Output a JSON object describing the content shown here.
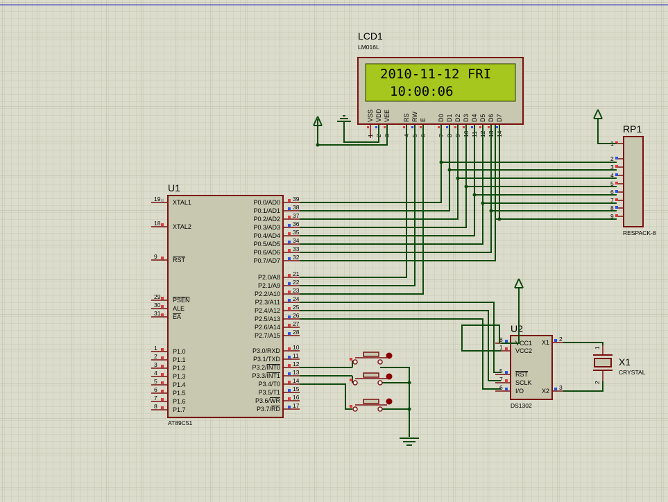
{
  "lcd": {
    "ref": "LCD1",
    "model": "LM016L",
    "line1": "2010-11-12 FRI",
    "line2": "10:00:06",
    "pin_names": [
      "VSS",
      "VDD",
      "VEE",
      "RS",
      "RW",
      "E",
      "D0",
      "D1",
      "D2",
      "D3",
      "D4",
      "D5",
      "D6",
      "D7"
    ],
    "pin_numbers": [
      "1",
      "2",
      "3",
      "4",
      "5",
      "6",
      "7",
      "8",
      "9",
      "10",
      "11",
      "12",
      "13",
      "14"
    ],
    "screen_color": "#a6c81e"
  },
  "rp1": {
    "ref": "RP1",
    "model": "RESPACK-8",
    "pins": [
      "1",
      "2",
      "3",
      "4",
      "5",
      "6",
      "7",
      "8",
      "9"
    ]
  },
  "u1": {
    "ref": "U1",
    "model": "AT89C51",
    "left_pins": [
      {
        "num": "19",
        "name": "XTAL1"
      },
      {
        "num": "18",
        "name": "XTAL2"
      },
      {
        "num": "9",
        "name": "RST"
      },
      {
        "num": "29",
        "name": "PSEN"
      },
      {
        "num": "30",
        "name": "ALE"
      },
      {
        "num": "31",
        "name": "EA"
      },
      {
        "num": "1",
        "name": "P1.0"
      },
      {
        "num": "2",
        "name": "P1.1"
      },
      {
        "num": "3",
        "name": "P1.2"
      },
      {
        "num": "4",
        "name": "P1.3"
      },
      {
        "num": "5",
        "name": "P1.4"
      },
      {
        "num": "6",
        "name": "P1.5"
      },
      {
        "num": "7",
        "name": "P1.6"
      },
      {
        "num": "8",
        "name": "P1.7"
      }
    ],
    "right_pins": [
      {
        "num": "39",
        "name": "P0.0/AD0"
      },
      {
        "num": "38",
        "name": "P0.1/AD1"
      },
      {
        "num": "37",
        "name": "P0.2/AD2"
      },
      {
        "num": "36",
        "name": "P0.3/AD3"
      },
      {
        "num": "35",
        "name": "P0.4/AD4"
      },
      {
        "num": "34",
        "name": "P0.5/AD5"
      },
      {
        "num": "33",
        "name": "P0.6/AD6"
      },
      {
        "num": "32",
        "name": "P0.7/AD7"
      },
      {
        "num": "21",
        "name": "P2.0/A8"
      },
      {
        "num": "22",
        "name": "P2.1/A9"
      },
      {
        "num": "23",
        "name": "P2.2/A10"
      },
      {
        "num": "24",
        "name": "P2.3/A11"
      },
      {
        "num": "25",
        "name": "P2.4/A12"
      },
      {
        "num": "26",
        "name": "P2.5/A13"
      },
      {
        "num": "27",
        "name": "P2.6/A14"
      },
      {
        "num": "28",
        "name": "P2.7/A15"
      },
      {
        "num": "10",
        "name": "P3.0/RXD"
      },
      {
        "num": "11",
        "name": "P3.1/TXD"
      },
      {
        "num": "12",
        "name": "P3.2/INT0"
      },
      {
        "num": "13",
        "name": "P3.3/INT1"
      },
      {
        "num": "14",
        "name": "P3.4/T0"
      },
      {
        "num": "15",
        "name": "P3.5/T1"
      },
      {
        "num": "16",
        "name": "P3.6/WR"
      },
      {
        "num": "17",
        "name": "P3.7/RD"
      }
    ]
  },
  "u2": {
    "ref": "U2",
    "model": "DS1302",
    "left_pins": [
      {
        "num": "8",
        "name": "VCC1"
      },
      {
        "num": "1",
        "name": "VCC2"
      },
      {
        "num": "5",
        "name": "RST"
      },
      {
        "num": "7",
        "name": "SCLK"
      },
      {
        "num": "6",
        "name": "I/O"
      }
    ],
    "right_pins": [
      {
        "num": "2",
        "name": "X1"
      },
      {
        "num": "3",
        "name": "X2"
      }
    ]
  },
  "x1": {
    "ref": "X1",
    "model": "CRYSTAL",
    "pins": [
      "1",
      "2"
    ]
  }
}
